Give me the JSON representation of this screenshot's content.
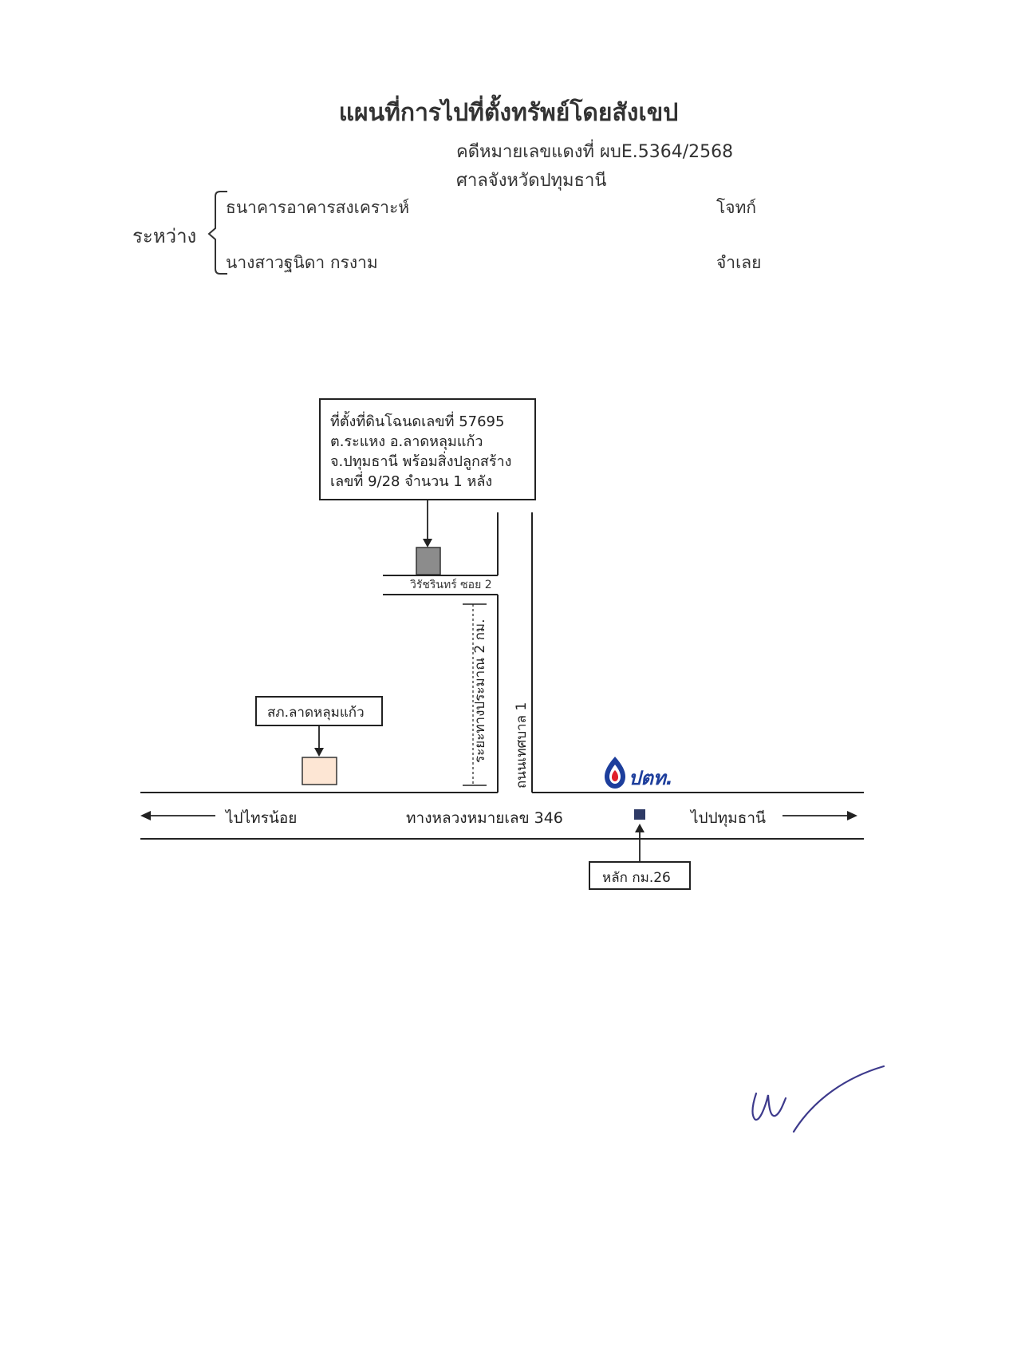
{
  "header": {
    "title": "แผนที่การไปที่ตั้งทรัพย์โดยสังเขป",
    "case_number": "คดีหมายเลขแดงที่ ผบE.5364/2568",
    "court": "ศาลจังหวัดปทุมธานี"
  },
  "parties": {
    "between_label": "ระหว่าง",
    "plaintiff": {
      "name": "ธนาคารอาคารสงเคราะห์",
      "role": "โจทก์"
    },
    "defendant": {
      "name": "นางสาวฐนิดา กรงาม",
      "role": "จำเลย"
    }
  },
  "map": {
    "property_callout": [
      "ที่ตั้งที่ดินโฉนดเลขที่ 57695",
      "ต.ระแหง อ.ลาดหลุมแก้ว",
      "จ.ปทุมธานี พร้อมสิ่งปลูกสร้าง",
      "เลขที่ 9/28 จำนวน 1 หลัง"
    ],
    "soi_label": "วิรัชรินทร์ ซอย 2",
    "distance_label": "ระยะทางประมาณ 2 กม.",
    "road_label": "ถนนเทศบาล 1",
    "police_label": "สภ.ลาดหลุมแก้ว",
    "gas_station_brand": "ปตท.",
    "left_direction": "ไปไทรน้อย",
    "highway_label": "ทางหลวงหมายเลข 346",
    "right_direction": "ไปปทุมธานี",
    "km_marker_label": "หลัก กม.26",
    "colors": {
      "property_building": "#8c8c8c",
      "police_station": "#fde6d4",
      "km_marker": "#2e3a66",
      "ptt_blue": "#1d3e9c",
      "ptt_red": "#e0202b",
      "signature": "#3d3a8c"
    }
  }
}
